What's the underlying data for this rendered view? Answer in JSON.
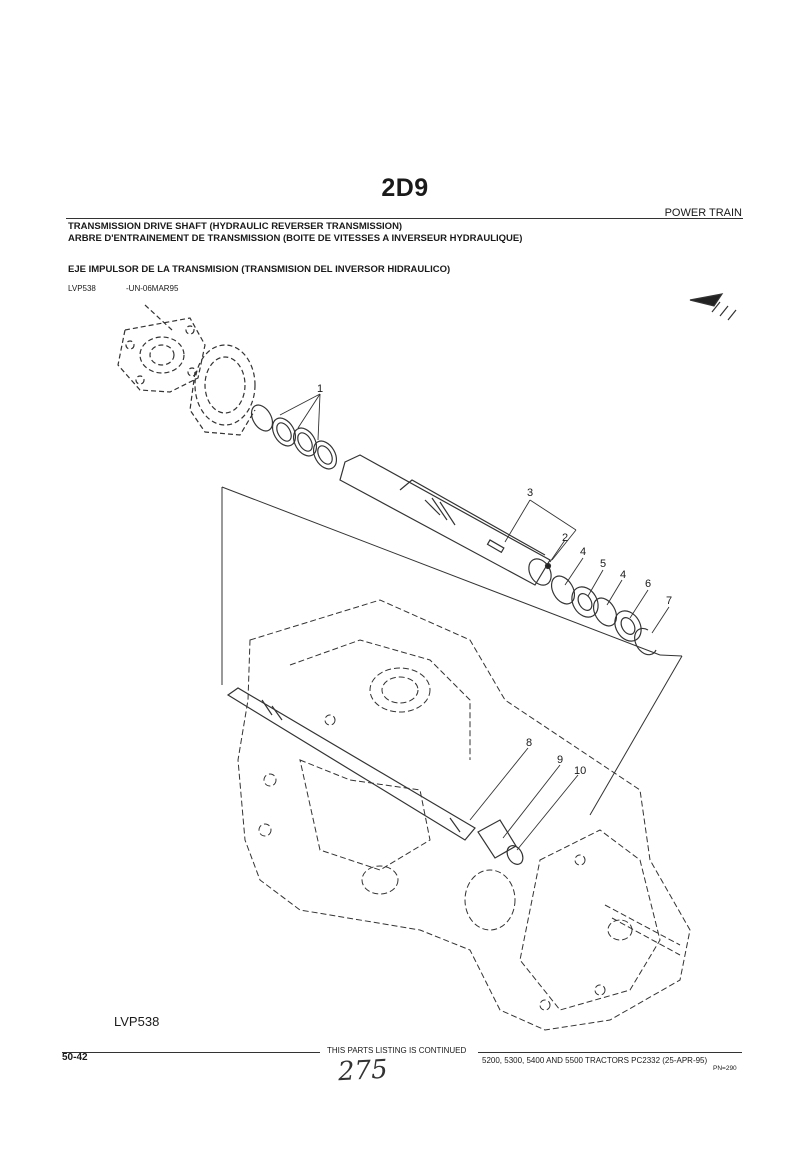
{
  "header": {
    "page_code": "2D9",
    "section": "POWER TRAIN",
    "title_en": "TRANSMISSION DRIVE SHAFT (HYDRAULIC REVERSER TRANSMISSION)",
    "title_fr": "ARBRE D'ENTRAINEMENT DE TRANSMISSION (BOITE DE VITESSES A INVERSEUR HYDRAULIQUE)",
    "title_es": "EJE IMPULSOR DE LA TRANSMISION (TRANSMISION DEL INVERSOR HIDRAULICO)",
    "ref_code": "LVP538",
    "ref_date": "-UN-06MAR95"
  },
  "figure": {
    "callouts": [
      "1",
      "2",
      "3",
      "4",
      "5",
      "4",
      "6",
      "7",
      "8",
      "9",
      "10"
    ],
    "figure_label": "LVP538"
  },
  "footer": {
    "page_number": "50-42",
    "continued": "THIS PARTS LISTING IS CONTINUED",
    "models": "5200, 5300, 5400 AND 5500 TRACTORS   PC2332    (25-APR-95)",
    "pn": "PN=290",
    "handwritten": "275"
  }
}
